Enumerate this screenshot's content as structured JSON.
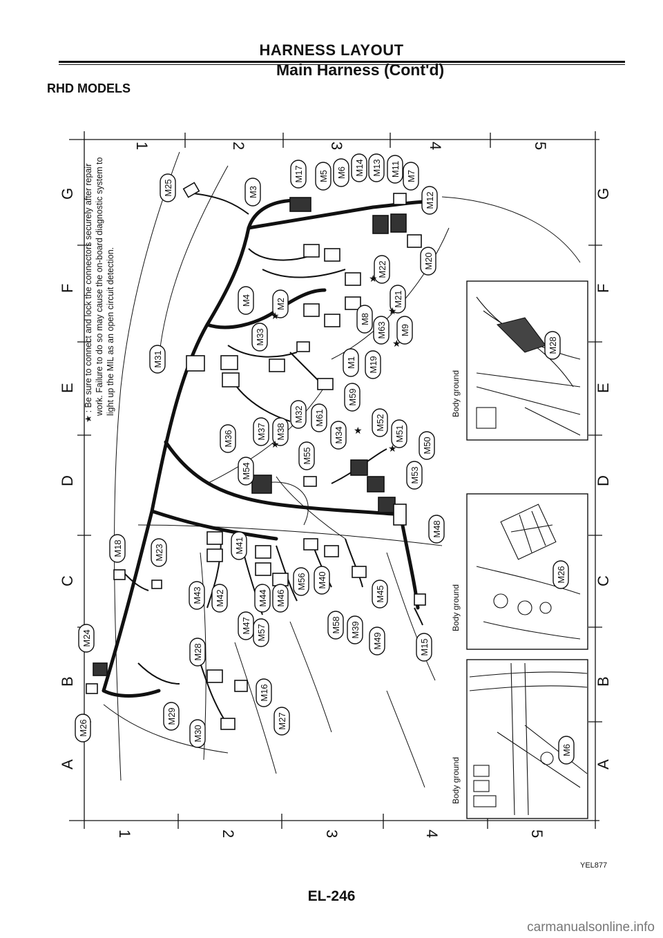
{
  "header": {
    "title": "HARNESS LAYOUT",
    "subtitle": "Main Harness (Cont'd)",
    "model": "RHD MODELS"
  },
  "footer": {
    "page_number": "EL-246",
    "figure_code": "YEL877"
  },
  "watermark": "carmanualsonline.info",
  "grid": {
    "columns": [
      "1",
      "2",
      "3",
      "4",
      "5"
    ],
    "rows": [
      "A",
      "B",
      "C",
      "D",
      "E",
      "F",
      "G"
    ]
  },
  "note": {
    "lines": [
      "★ : Be sure to connect and lock the connectors securely after repair",
      "work. Failure to do so may cause the on-board diagnostic system to",
      "light up the MIL as an open circuit detection."
    ]
  },
  "body_ground_label": "Body ground",
  "connectors": [
    "M25",
    "M3",
    "M17",
    "M5",
    "M6",
    "M14",
    "M13",
    "M11",
    "M7",
    "M12",
    "M22",
    "M20",
    "M4",
    "M2",
    "M21",
    "M8",
    "M63",
    "M9",
    "M33",
    "M1",
    "M19",
    "M59",
    "M31",
    "M32",
    "M61",
    "M34",
    "M52",
    "M36",
    "M37",
    "M38",
    "M51",
    "M50",
    "M54",
    "M55",
    "M53",
    "M48",
    "M18",
    "M23",
    "M41",
    "M43",
    "M42",
    "M44",
    "M46",
    "M56",
    "M40",
    "M45",
    "M47",
    "M57",
    "M58",
    "M39",
    "M49",
    "M15",
    "M24",
    "M28",
    "M16",
    "M26",
    "M29",
    "M30",
    "M27"
  ],
  "inset_connectors": [
    "M28",
    "M26",
    "M6"
  ]
}
